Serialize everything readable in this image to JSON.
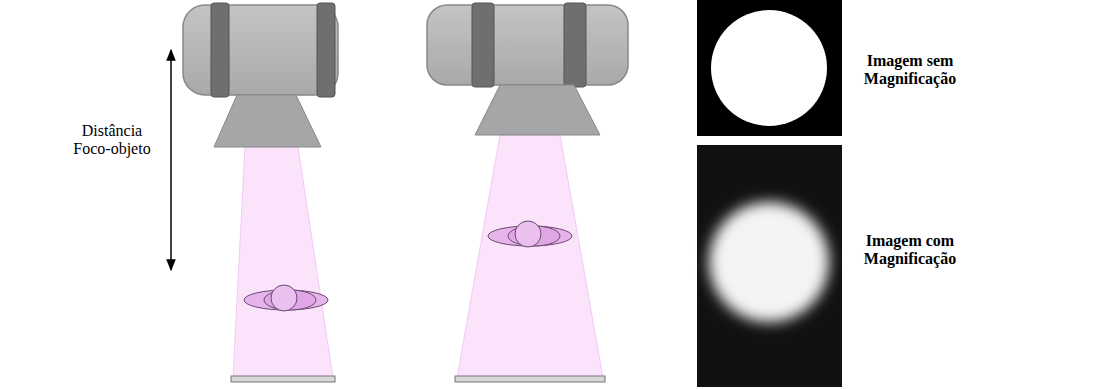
{
  "diagram": {
    "labels": [
      "Distância Foco-objeto",
      "Imagem sem Magnificação",
      "Imagem com Magnificação"
    ]
  }
}
